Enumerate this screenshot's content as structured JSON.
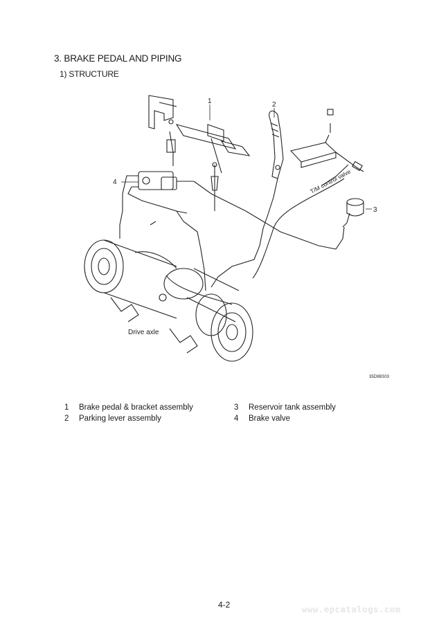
{
  "header": {
    "section_title": "3. BRAKE PEDAL AND PIPING",
    "sub_title": "1) STRUCTURE"
  },
  "figure": {
    "callouts": [
      "1",
      "2",
      "3",
      "4"
    ],
    "label_drive_axle": "Drive axle",
    "label_tm_valve": "T/M control valve",
    "figure_code": "35D9BS03"
  },
  "legend": {
    "left": [
      {
        "num": "1",
        "text": "Brake pedal & bracket assembly"
      },
      {
        "num": "2",
        "text": "Parking lever assembly"
      }
    ],
    "right": [
      {
        "num": "3",
        "text": "Reservoir tank assembly"
      },
      {
        "num": "4",
        "text": "Brake valve"
      }
    ]
  },
  "footer": {
    "page_number": "4-2",
    "watermark": "www.epcatalogs.com"
  }
}
